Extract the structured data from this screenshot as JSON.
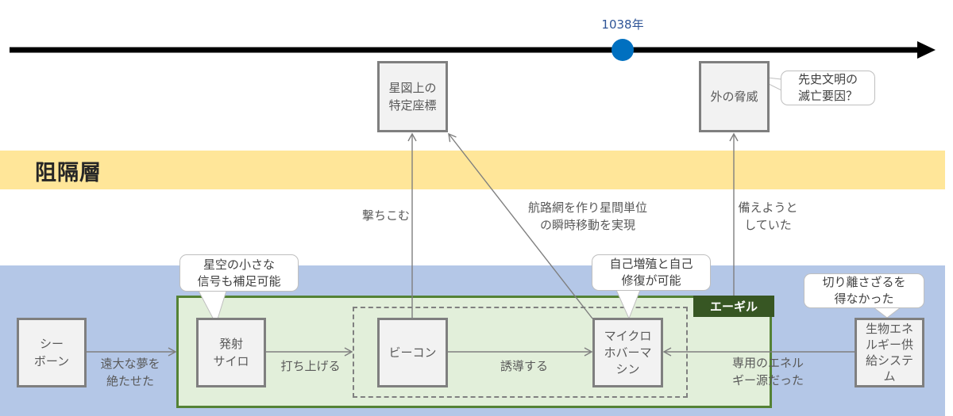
{
  "timeline": {
    "marker_label": "1038年",
    "marker_color": "#0070C0"
  },
  "bands": {
    "barrier_layer": {
      "title": "阻隔層",
      "color": "#FFE699"
    },
    "lower_layer": {
      "color": "#B4C7E7"
    }
  },
  "container": {
    "title": "エーギル",
    "fill": "#E2EFDA",
    "border": "#548235",
    "tab_color": "#375623"
  },
  "nodes": {
    "star_coords": "星図上の\n特定座標",
    "outer_threat": "外の脅威",
    "seaborne": "シー\nボーン",
    "launch_silo": "発射\nサイロ",
    "beacon": "ビーコン",
    "micro_hover": "マイクロ\nホバーマ\nシン",
    "bio_energy": "生物エネ\nルギー供\n給システ\nム"
  },
  "edges": {
    "shoot_in": "撃ちこむ",
    "route_network": "航路網を作り星間単位\nの瞬時移動を実現",
    "prepare": "備えようと\nしていた",
    "crushed_dream": "遠大な夢を\n絶たせた",
    "launch_up": "打ち上げる",
    "guide": "誘導する",
    "energy_source": "専用のエネル\nギー源だった"
  },
  "callouts": {
    "ancient_civ": "先史文明の\n滅亡要因？",
    "small_signal": "星空の小さな\n信号も補足可能",
    "self_replicate": "自己増殖と自己\n修復が可能",
    "inseparable": "切り離さざるを\n得なかった"
  }
}
